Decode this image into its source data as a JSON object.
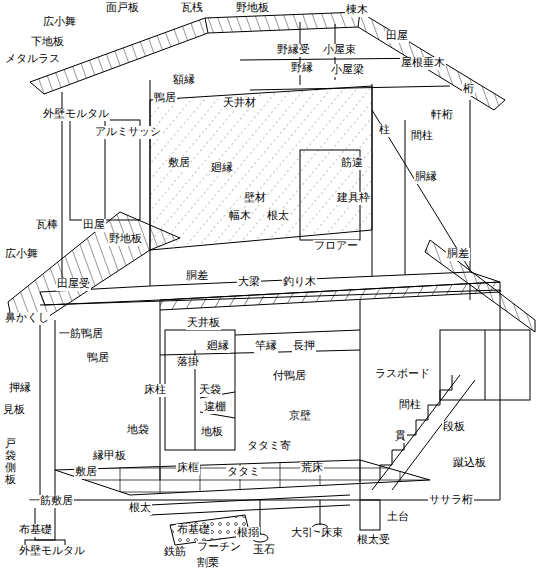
{
  "diagram": {
    "labels": [
      "広小舞",
      "面戸板",
      "瓦桟",
      "野地板",
      "棟木",
      "下地板",
      "田屋",
      "メタルラス",
      "野縁受",
      "小屋束",
      "野縁",
      "小屋梁",
      "屋根垂木",
      "額縁",
      "桁",
      "鴨居",
      "天井材",
      "外壁モルタル",
      "軒桁",
      "アルミサッシ",
      "柱",
      "間柱",
      "敷居",
      "廻縁",
      "筋違",
      "胴縁",
      "壁材",
      "建具枠",
      "幅木",
      "根太",
      "瓦棒",
      "田屋",
      "野地板",
      "フロアー",
      "広小舞",
      "胴差",
      "胴差",
      "大梁",
      "釣り木",
      "田屋受",
      "鼻かくし",
      "天井板",
      "一筋鴨居",
      "廻縁",
      "竿縁",
      "長押",
      "鴨居",
      "落掛",
      "ラスボード",
      "付鴨居",
      "押縁",
      "床柱",
      "天袋",
      "間柱",
      "見板",
      "違棚",
      "京壁",
      "段板",
      "地袋",
      "地板",
      "貫",
      "戸袋側板",
      "タタミ寄",
      "縁甲板",
      "蹴込板",
      "床框",
      "タタミ",
      "荒床",
      "敷居",
      "一筋敷居",
      "ササラ桁",
      "根太",
      "土台",
      "布基礎",
      "根搦",
      "大引",
      "床束",
      "布基礎",
      "根太受",
      "外壁モルタル",
      "フーチン",
      "玉石",
      "鉄筋",
      "割栗"
    ]
  }
}
